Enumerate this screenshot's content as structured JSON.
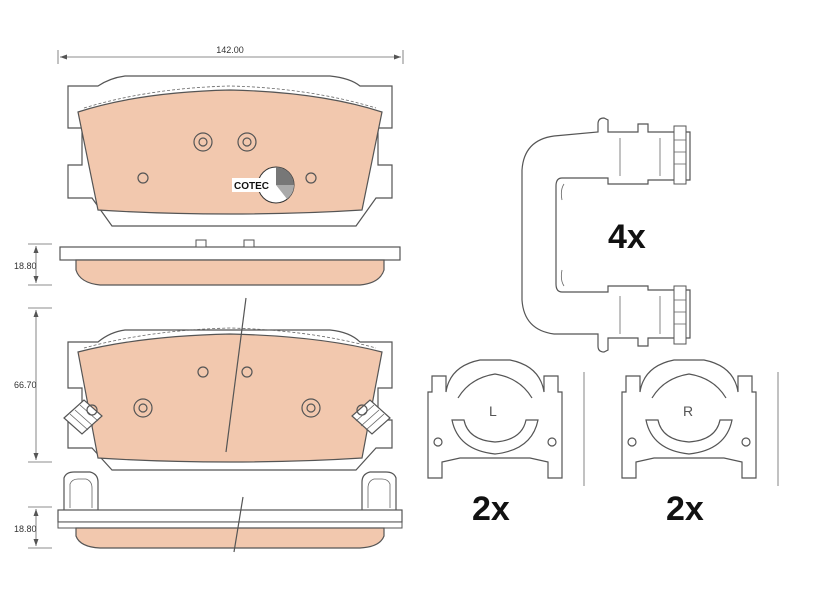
{
  "dimensions": {
    "width": "142.00",
    "thickness_top": "18.80",
    "height": "66.70",
    "thickness_bottom": "18.80"
  },
  "logo": {
    "text": "COTEC"
  },
  "quantities": {
    "spring_clip": "4x",
    "clip_left": "2x",
    "clip_right": "2x"
  },
  "clip_labels": {
    "left": "L",
    "right": "R"
  },
  "colors": {
    "pad_fill": "#f2c8ae",
    "line": "#555555",
    "logo_accent": "#9a9a9a"
  }
}
